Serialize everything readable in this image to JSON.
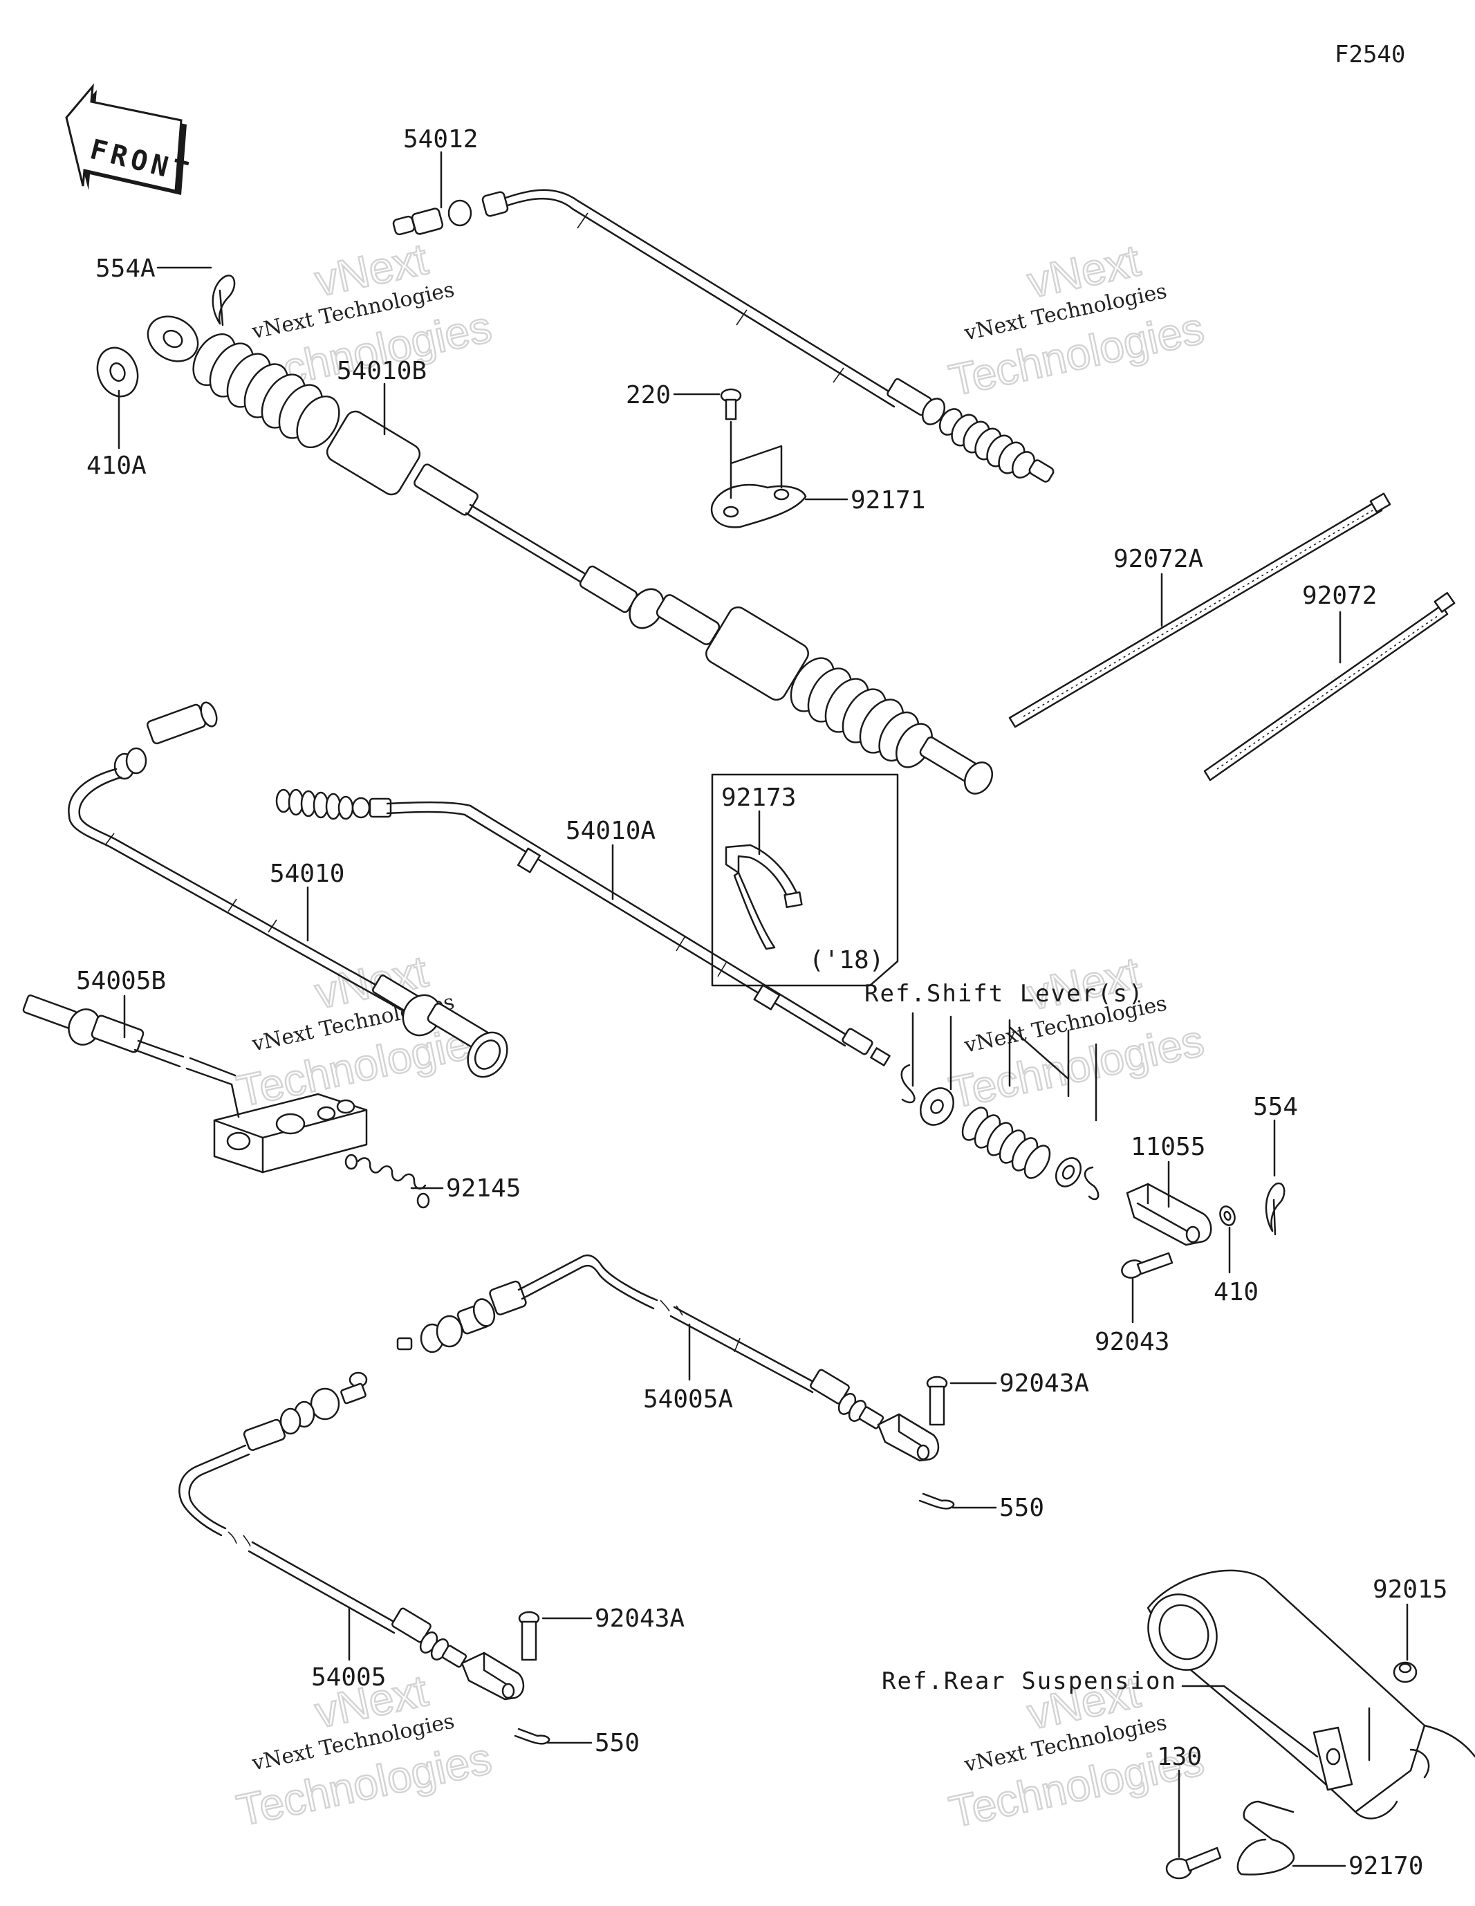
{
  "diagram_code": "F2540",
  "front_arrow_label": "FRONT",
  "watermark": {
    "line1": "vNext Technologies",
    "line2": "vNext",
    "line3": "Technologies"
  },
  "parts": {
    "p54012": "54012",
    "p554A": "554A",
    "p410A": "410A",
    "p54010B": "54010B",
    "p220": "220",
    "p92171": "92171",
    "p92072A": "92072A",
    "p92072": "92072",
    "p54010A": "54010A",
    "p92173": "92173",
    "p54010": "54010",
    "p54005B": "54005B",
    "p92145": "92145",
    "p554": "554",
    "p11055": "11055",
    "p410": "410",
    "p92043": "92043",
    "p92043A_1": "92043A",
    "p54005A": "54005A",
    "p550_1": "550",
    "p92043A_2": "92043A",
    "p54005": "54005",
    "p550_2": "550",
    "p92015": "92015",
    "p130": "130",
    "p92170": "92170"
  },
  "notes": {
    "year_note": "('18)",
    "ref_shift_lever": "Ref.Shift Lever(s)",
    "ref_rear_suspension": "Ref.Rear Suspension"
  }
}
